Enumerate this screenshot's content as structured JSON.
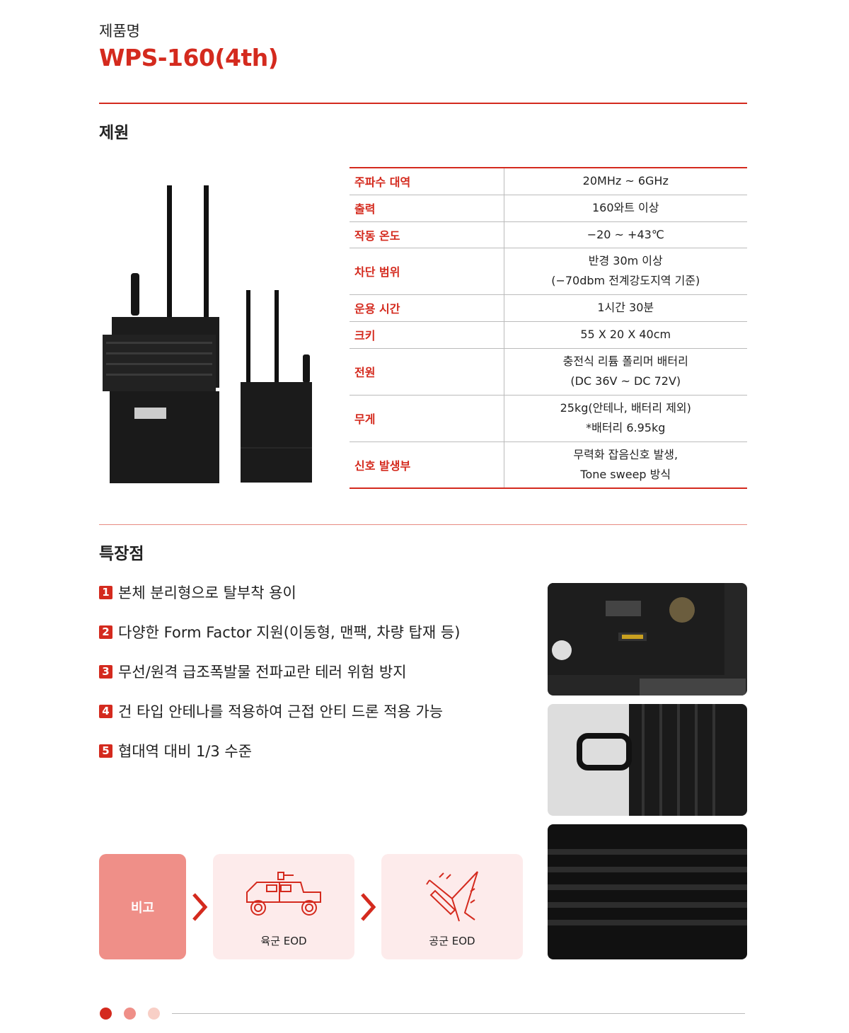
{
  "header": {
    "label": "제품명",
    "model": "WPS-160(4th)"
  },
  "specs": {
    "title": "제원",
    "rows": [
      {
        "key": "주파수 대역",
        "value": [
          "20MHz ~ 6GHz"
        ]
      },
      {
        "key": "출력",
        "value": [
          "160와트 이상"
        ]
      },
      {
        "key": "작동 온도",
        "value": [
          "−20 ~ +43℃"
        ]
      },
      {
        "key": "차단 범위",
        "value": [
          "반경 30m 이상",
          "(−70dbm 전계강도지역 기준)"
        ]
      },
      {
        "key": "운용 시간",
        "value": [
          "1시간 30분"
        ]
      },
      {
        "key": "크키",
        "value": [
          "55 X 20 X 40cm"
        ]
      },
      {
        "key": "전원",
        "value": [
          "충전식 리튬 폴리머 배터리",
          "(DC 36V ~ DC 72V)"
        ]
      },
      {
        "key": "무게",
        "value": [
          "25kg(안테나, 배터리 제외)",
          "*배터리 6.95kg"
        ]
      },
      {
        "key": "신호 발생부",
        "value": [
          "무력화 잡음신호 발생,",
          "Tone sweep 방식"
        ]
      }
    ]
  },
  "features": {
    "title": "특장점",
    "items": [
      {
        "n": "1",
        "text": "본체 분리형으로 탈부착 용이"
      },
      {
        "n": "2",
        "text": "다양한 Form Factor 지원(이동형, 맨팩, 차량 탑재 등)"
      },
      {
        "n": "3",
        "text": "무선/원격 급조폭발물 전파교란 테러 위험 방지"
      },
      {
        "n": "4",
        "text": "건 타입 안테나를 적용하여 근접 안티 드론 적용 가능"
      },
      {
        "n": "5",
        "text": "협대역 대비 1/3 수준"
      }
    ]
  },
  "compare": {
    "label": "비고",
    "items": [
      "육군 EOD",
      "공군 EOD"
    ]
  },
  "colors": {
    "accent": "#d42a1e",
    "soft": "#ef8f88",
    "pale": "#fdebeb"
  },
  "pagination": {
    "count": 3,
    "active": 0
  }
}
